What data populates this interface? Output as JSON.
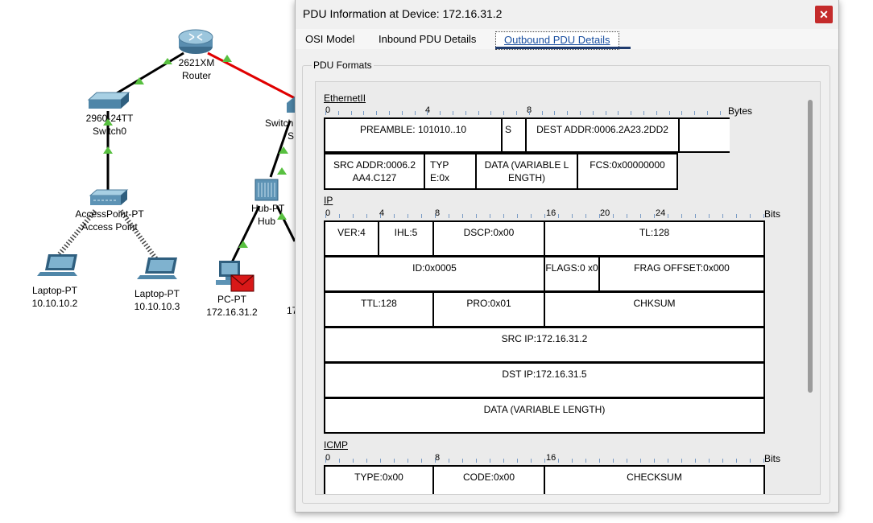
{
  "topology": {
    "router": {
      "model": "2621XM",
      "name": "Router"
    },
    "switch0": {
      "model": "2960-24TT",
      "name": "Switch0"
    },
    "switch1": {
      "model": "Switch",
      "name": "S"
    },
    "ap": {
      "model": "AccessPoint-PT",
      "name": "Access Point"
    },
    "hub": {
      "model": "Hub-PT",
      "name": "Hub"
    },
    "laptop1": {
      "model": "Laptop-PT",
      "ip": "10.10.10.2"
    },
    "laptop2": {
      "model": "Laptop-PT",
      "ip": "10.10.10.3"
    },
    "pc": {
      "model": "PC-PT",
      "ip": "172.16.31.2"
    },
    "pc2_partial": "17",
    "colors": {
      "link": "#000000",
      "link_down": "#e00000",
      "link_up_marker": "#58c040",
      "envelope": "#d81818"
    }
  },
  "dialog": {
    "title": "PDU Information at Device: 172.16.31.2",
    "close_icon": "close-icon",
    "tabs": [
      "OSI Model",
      "Inbound PDU Details",
      "Outbound PDU Details"
    ],
    "active_tab": "Outbound PDU Details",
    "group_label": "PDU Formats"
  },
  "ethernet": {
    "title": "EthernetII",
    "ruler": [
      "0",
      "4",
      "8"
    ],
    "unit": "Bytes",
    "fields": {
      "preamble": "PREAMBLE: 101010..10",
      "sfd": "S",
      "dest": "DEST ADDR:0006.2A23.2DD2",
      "src": "SRC ADDR:0006.2 AA4.C127",
      "type": "TYP E:0x",
      "data": "DATA (VARIABLE L ENGTH)",
      "fcs": "FCS:0x00000000"
    }
  },
  "ip": {
    "title": "IP",
    "ruler": [
      "0",
      "4",
      "8",
      "16",
      "20",
      "24"
    ],
    "unit": "Bits",
    "fields": {
      "ver": "VER:4",
      "ihl": "IHL:5",
      "dscp": "DSCP:0x00",
      "tl": "TL:128",
      "id": "ID:0x0005",
      "flags": "FLAGS:0 x0",
      "frag": "FRAG OFFSET:0x000",
      "ttl": "TTL:128",
      "pro": "PRO:0x01",
      "chksum": "CHKSUM",
      "src": "SRC IP:172.16.31.2",
      "dst": "DST IP:172.16.31.5",
      "data": "DATA (VARIABLE LENGTH)"
    }
  },
  "icmp": {
    "title": "ICMP",
    "ruler": [
      "0",
      "8",
      "16"
    ],
    "unit": "Bits",
    "fields": {
      "type": "TYPE:0x00",
      "code": "CODE:0x00",
      "checksum": "CHECKSUM"
    }
  }
}
